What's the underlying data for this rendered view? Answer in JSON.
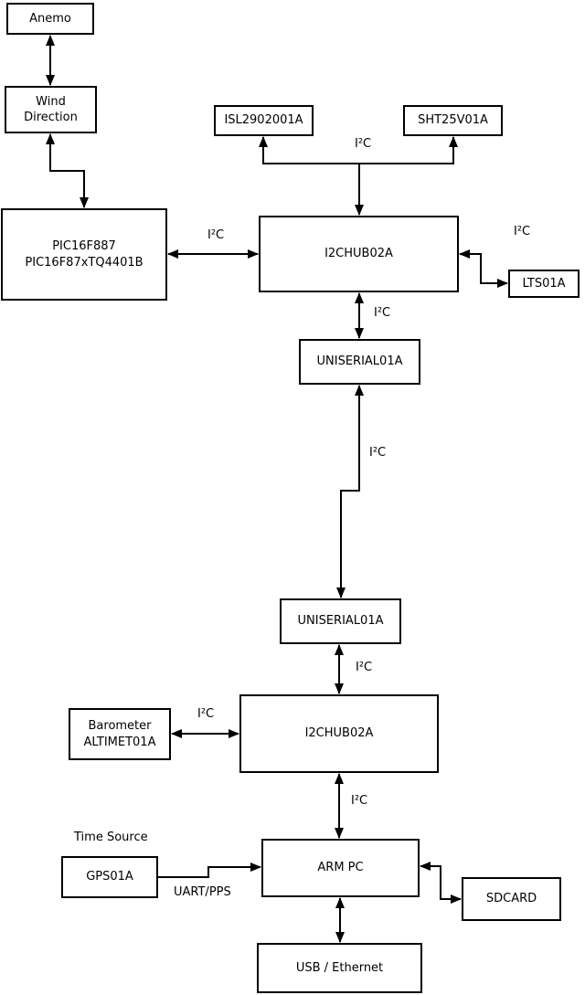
{
  "boxes": {
    "anemo": {
      "label": "Anemo"
    },
    "wind_direction": {
      "line1": "Wind",
      "line2": "Direction"
    },
    "pic": {
      "line1": "PIC16F887",
      "line2": "PIC16F87xTQ4401B"
    },
    "isl": {
      "label": "ISL2902001A"
    },
    "sht": {
      "label": "SHT25V01A"
    },
    "hub1": {
      "label": "I2CHUB02A"
    },
    "lts": {
      "label": "LTS01A"
    },
    "uniserial1": {
      "label": "UNISERIAL01A"
    },
    "uniserial2": {
      "label": "UNISERIAL01A"
    },
    "hub2": {
      "label": "I2CHUB02A"
    },
    "barometer": {
      "line1": "Barometer",
      "line2": "ALTIMET01A"
    },
    "armpc": {
      "label": "ARM PC"
    },
    "gps": {
      "label": "GPS01A"
    },
    "sdcard": {
      "label": "SDCARD"
    },
    "usb_ethernet": {
      "label": "USB / Ethernet"
    }
  },
  "edge_labels": {
    "i2c": "I²C",
    "time_source": "Time Source",
    "uart_pps": "UART/PPS"
  },
  "colors": {
    "background": "#ffffff",
    "box_fill": "#ffffff",
    "box_border": "#000000",
    "line": "#000000",
    "text": "#000000"
  }
}
